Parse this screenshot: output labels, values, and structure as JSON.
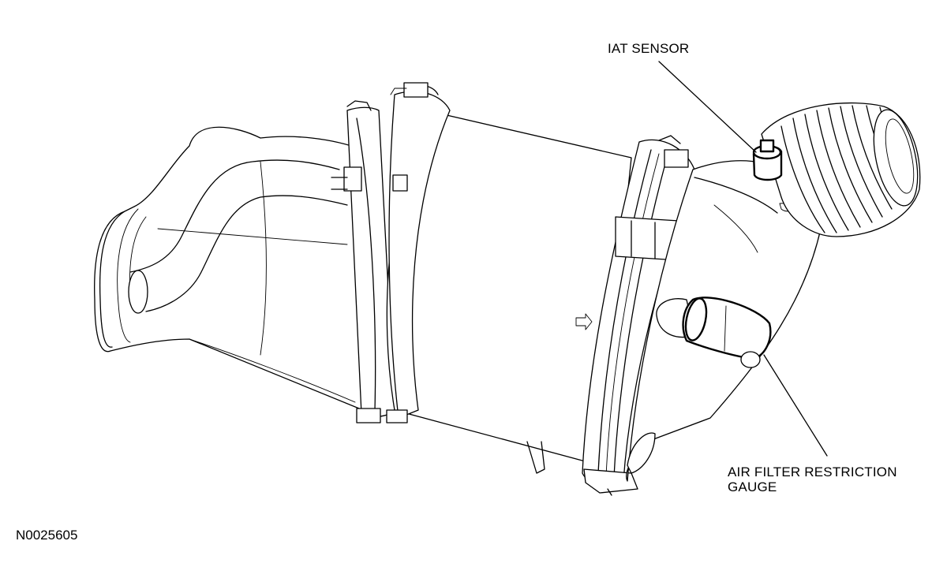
{
  "callouts": {
    "iat_sensor": "IAT SENSOR",
    "air_filter_gauge_line1": "AIR FILTER RESTRICTION",
    "air_filter_gauge_line2": "GAUGE"
  },
  "figure_id": "N0025605",
  "colors": {
    "ink": "#000000",
    "background": "#ffffff"
  }
}
